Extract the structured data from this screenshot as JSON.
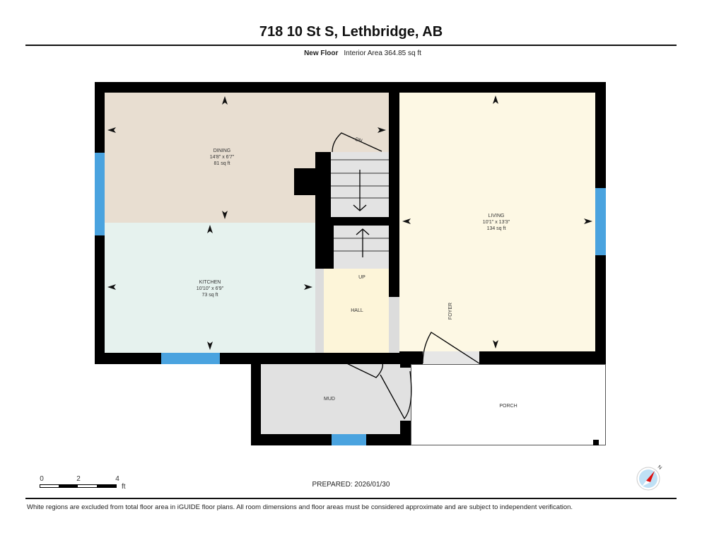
{
  "header": {
    "title": "718 10 St S, Lethbridge, AB",
    "floor_name": "New Floor",
    "interior_area": "Interior Area 364.85 sq ft"
  },
  "rooms": {
    "dining": {
      "name": "DINING",
      "dims": "14'8\" x 6'7\"",
      "area": "81 sq ft"
    },
    "kitchen": {
      "name": "KITCHEN",
      "dims": "10'10\" x 6'9\"",
      "area": "73 sq ft"
    },
    "living": {
      "name": "LIVING",
      "dims": "10'1\" x 13'3\"",
      "area": "134 sq ft"
    },
    "hall": {
      "name": "HALL"
    },
    "foyer": {
      "name": "FOYER"
    },
    "mud": {
      "name": "MUD"
    },
    "porch": {
      "name": "PORCH"
    },
    "stairs_down": "DN",
    "stairs_up": "UP"
  },
  "scale": {
    "ticks": [
      "0",
      "2",
      "4"
    ],
    "unit": "ft"
  },
  "compass": {
    "label": "N"
  },
  "footer": {
    "prepared": "PREPARED: 2026/01/30",
    "disclaimer": "White regions are excluded from total floor area in iGUIDE floor plans. All room dimensions and floor areas must be considered approximate and are subject to independent verification."
  },
  "colors": {
    "wall": "#000000",
    "window": "#4aa3df",
    "dining": "#e8ded1",
    "kitchen": "#e6f2ee",
    "living": "#fdf8e4",
    "hall": "#fdf5d9",
    "stairs": "#e3e3e3",
    "mud": "#e1e1e1"
  }
}
